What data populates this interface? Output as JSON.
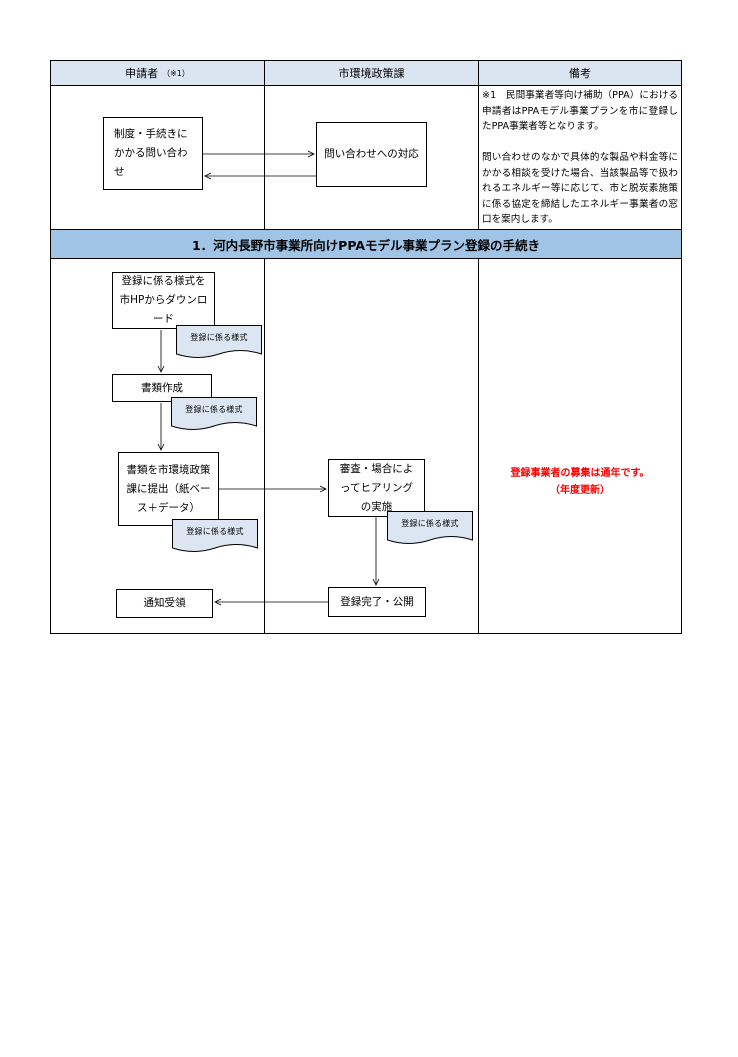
{
  "table": {
    "headers": {
      "applicant": "申請者",
      "applicant_note": "（※1）",
      "department": "市環境政策課",
      "remarks": "備考"
    },
    "section_title": "1．河内長野市事業所向けPPAモデル事業プラン登録の手続き"
  },
  "inquiry": {
    "applicant_box": "制度・手続きにかかる問い合わせ",
    "department_box": "問い合わせへの対応",
    "remarks_note1": "※1　民間事業者等向け補助（PPA）における申請者はPPAモデル事業プランを市に登録したPPA事業者等となります。",
    "remarks_note2": "問い合わせのなかで具体的な製品や料金等にかかる相談を受けた場合、当該製品等で扱われるエネルギー等に応じて、市と脱炭素施策に係る協定を締結したエネルギー事業者の窓口を案内します。"
  },
  "procedure": {
    "download_box": "登録に係る様式を市HPからダウンロード",
    "doc_label_1": "登録に係る様式",
    "create_box": "書類作成",
    "doc_label_2": "登録に係る様式",
    "submit_box": "書類を市環境政策課に提出（紙ベース＋データ）",
    "doc_label_3": "登録に係る様式",
    "receive_box": "通知受領",
    "review_box": "審査・場合によってヒアリングの実施",
    "doc_label_4": "登録に係る様式",
    "complete_box": "登録完了・公開",
    "remarks_line1": "登録事業者の募集は通年です。",
    "remarks_line2": "（年度更新）"
  },
  "colors": {
    "header_bg": "#dbe5f1",
    "section_bg": "#9fc4e6",
    "doc_bg": "#dce6f2",
    "notice_red": "#ff0000"
  }
}
